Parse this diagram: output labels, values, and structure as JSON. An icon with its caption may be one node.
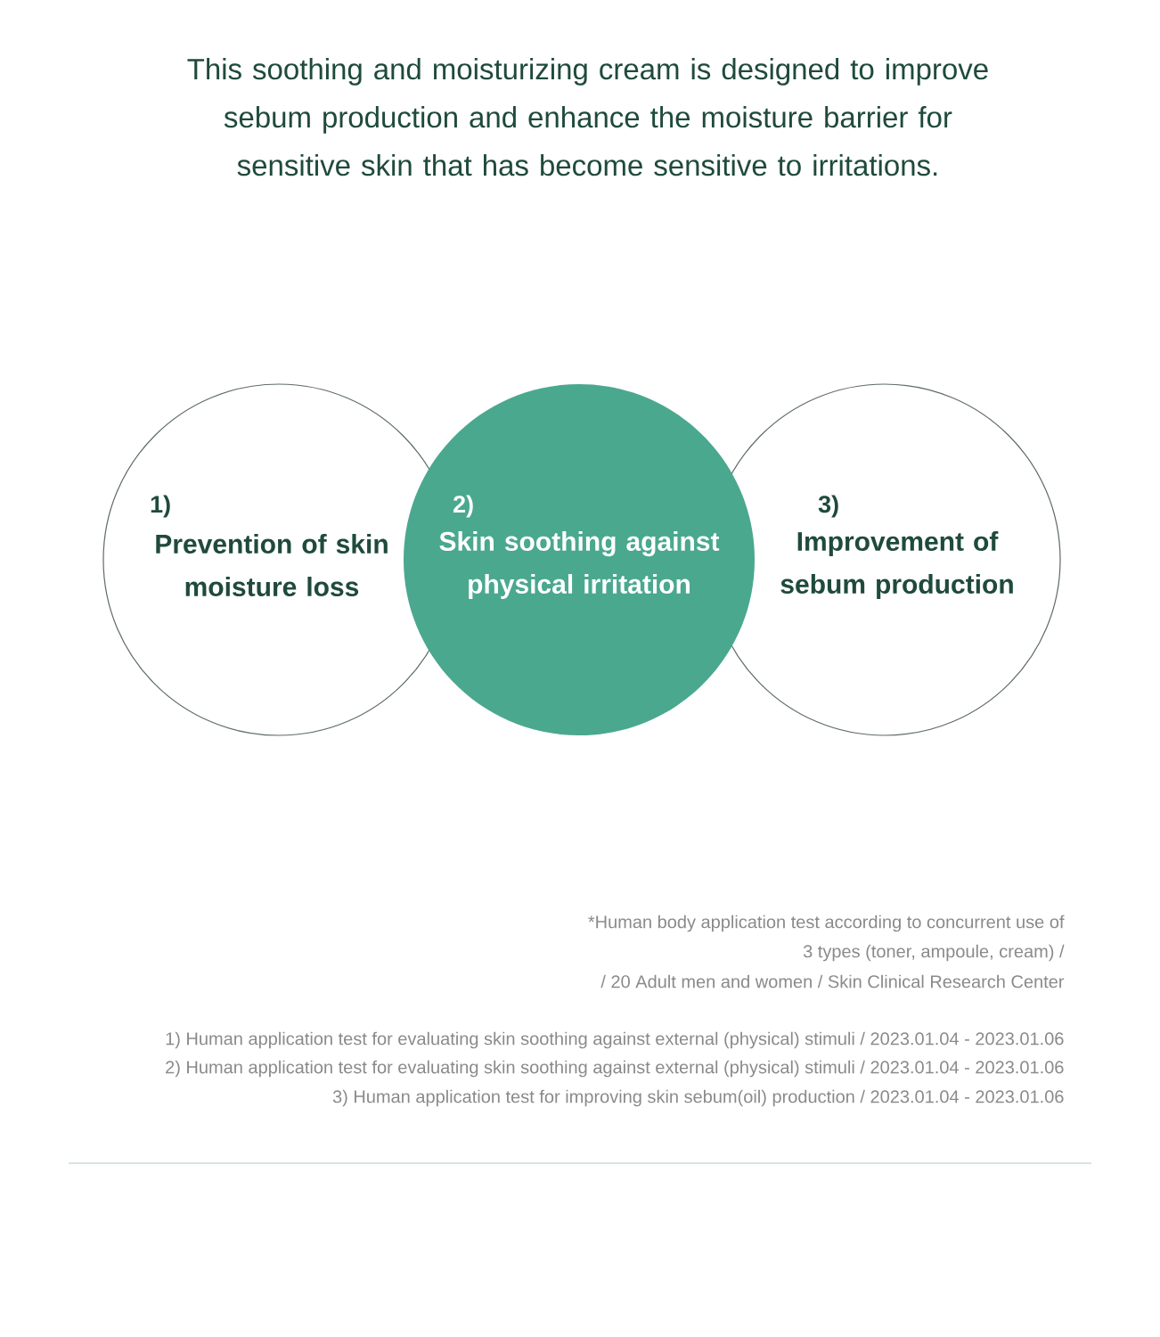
{
  "diagram": {
    "title": "This soothing and moisturizing cream is designed to improve sebum production and enhance the moisture barrier for sensitive skin that has become sensitive to irritations.",
    "nodes": [
      {
        "text": [
          "1)",
          "Prevention of skin moisture loss"
        ]
      },
      {
        "text": [
          "2)",
          "Skin soothing against physical irritation"
        ]
      },
      {
        "text": [
          "3)",
          "Improvement of sebum production"
        ]
      }
    ],
    "labels": [
      "*Human body application test according to concurrent use of",
      "3 types (toner, ampoule, cream) /",
      "/ 20 Adult men and women / Skin Clinical Research Center",
      "1) Human application test for evaluating skin soothing against external (physical) stimuli / 2023.01.04 - 2023.01.06",
      "2) Human application test for evaluating skin soothing against external (physical) stimuli / 2023.01.04 - 2023.01.06",
      "3) Human application test for improving skin sebum(oil) production / 2023.01.04 - 2023.01.06"
    ]
  }
}
